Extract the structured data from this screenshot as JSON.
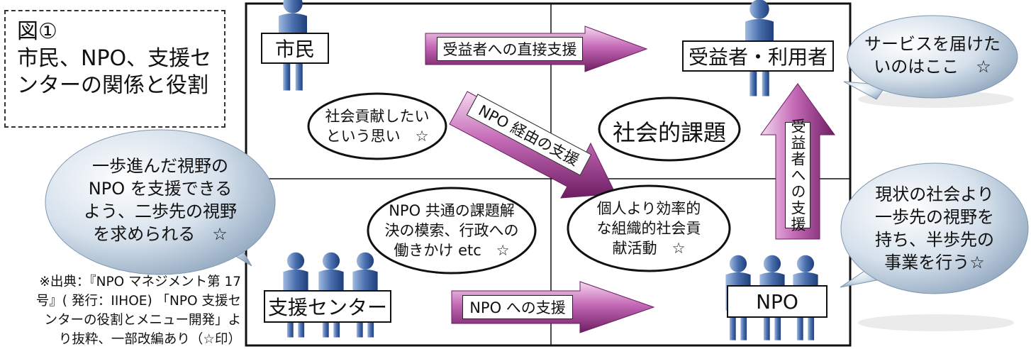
{
  "title_box": {
    "lines": [
      "図①",
      "市民、NPO、支援セ",
      "ンターの関係と役割"
    ]
  },
  "actors": {
    "citizen": "市民",
    "beneficiary": "受益者・利用者",
    "support_center": "支援センター",
    "npo": "NPO"
  },
  "arrows": {
    "direct_support": "受益者への直接支援",
    "via_npo": "NPO 経由の支援",
    "to_npo": "NPO への支援",
    "to_beneficiary": "受益者への支援"
  },
  "ovals": {
    "citizen_wish": [
      "社会貢献したい",
      "という思い　☆"
    ],
    "social_issue": "社会的課題",
    "center_role": [
      "NPO 共通の課題解",
      "決の模索、行政への",
      "働きかけ etc　☆"
    ],
    "npo_role": [
      "個人より効率的",
      "な組織的社会貢",
      "献活動　☆"
    ]
  },
  "bubbles": {
    "beneficiary": [
      "サービスを届けた",
      "いのはここ　☆"
    ],
    "support_center": [
      "一歩進んだ視野の",
      "NPO を支援できる",
      "よう、二歩先の視野",
      "を求められる　☆"
    ],
    "npo": [
      "現状の社会より",
      "一歩先の視野を",
      "持ち、半歩先の",
      "事業を行う☆"
    ]
  },
  "source_note": {
    "lines": [
      "※出典：『NPO マネジメント第 17",
      "号』( 発行：IIHOE) 「NPO 支援セ",
      "ンターの役割とメニュー開発」よ",
      "り抜粋、一部改編あり（☆印）"
    ]
  },
  "colors": {
    "arrow": "#a63d96",
    "arrow_light": "#e7b6df",
    "person": "#4a6fae",
    "bubble": "#a9bed3",
    "frame": "#111111"
  }
}
